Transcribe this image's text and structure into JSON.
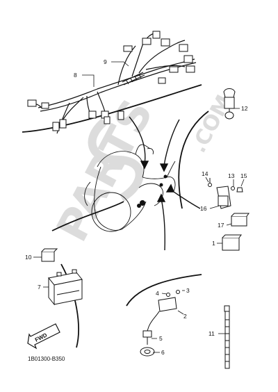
{
  "diagram": {
    "part_code": "1B01300-B350",
    "watermark": {
      "main": "PARTS",
      "suffix": ".COM"
    },
    "direction_label": "FWD",
    "callouts": [
      {
        "id": "1",
        "label": "1"
      },
      {
        "id": "2",
        "label": "2"
      },
      {
        "id": "3",
        "label": "3"
      },
      {
        "id": "4",
        "label": "4"
      },
      {
        "id": "5",
        "label": "5"
      },
      {
        "id": "6",
        "label": "6"
      },
      {
        "id": "7",
        "label": "7"
      },
      {
        "id": "8",
        "label": "8"
      },
      {
        "id": "9",
        "label": "9"
      },
      {
        "id": "10",
        "label": "10"
      },
      {
        "id": "11",
        "label": "11"
      },
      {
        "id": "12",
        "label": "12"
      },
      {
        "id": "13",
        "label": "13"
      },
      {
        "id": "14",
        "label": "14"
      },
      {
        "id": "15",
        "label": "15"
      },
      {
        "id": "16",
        "label": "16"
      },
      {
        "id": "17",
        "label": "17"
      }
    ]
  }
}
